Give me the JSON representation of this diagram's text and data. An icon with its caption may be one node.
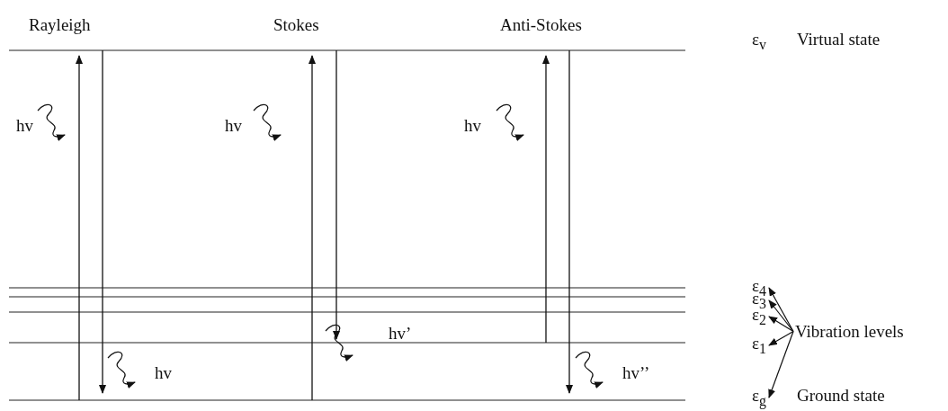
{
  "diagram": {
    "nodes": [
      {
        "text": [
          "Vibration levels"
        ]
      },
      {
        "text": [
          "ε$_{4}$"
        ]
      },
      {
        "text": [
          "ε$_{3}$"
        ]
      },
      {
        "text": [
          "ε$_{2}$"
        ]
      },
      {
        "text": [
          "ε$_{1}$"
        ]
      },
      {
        "text": [
          "ε$_{g}$"
        ]
      }
    ],
    "edges": [
      {
        "from": 0,
        "to": 1,
        "arrow": "to"
      },
      {
        "from": 0,
        "to": 2,
        "arrow": "to"
      },
      {
        "from": 0,
        "to": 3,
        "arrow": "to"
      },
      {
        "from": 0,
        "to": 4,
        "arrow": "to"
      },
      {
        "from": 0,
        "to": 5,
        "arrow": "to"
      }
    ],
    "labels": [
      "Rayleigh",
      "Stokes",
      "Anti-Stokes",
      "ε$_{v}$",
      "Virtual state",
      "hv",
      "hv",
      "hv",
      "hv’",
      "hv",
      "hv’’",
      "Ground state"
    ]
  }
}
